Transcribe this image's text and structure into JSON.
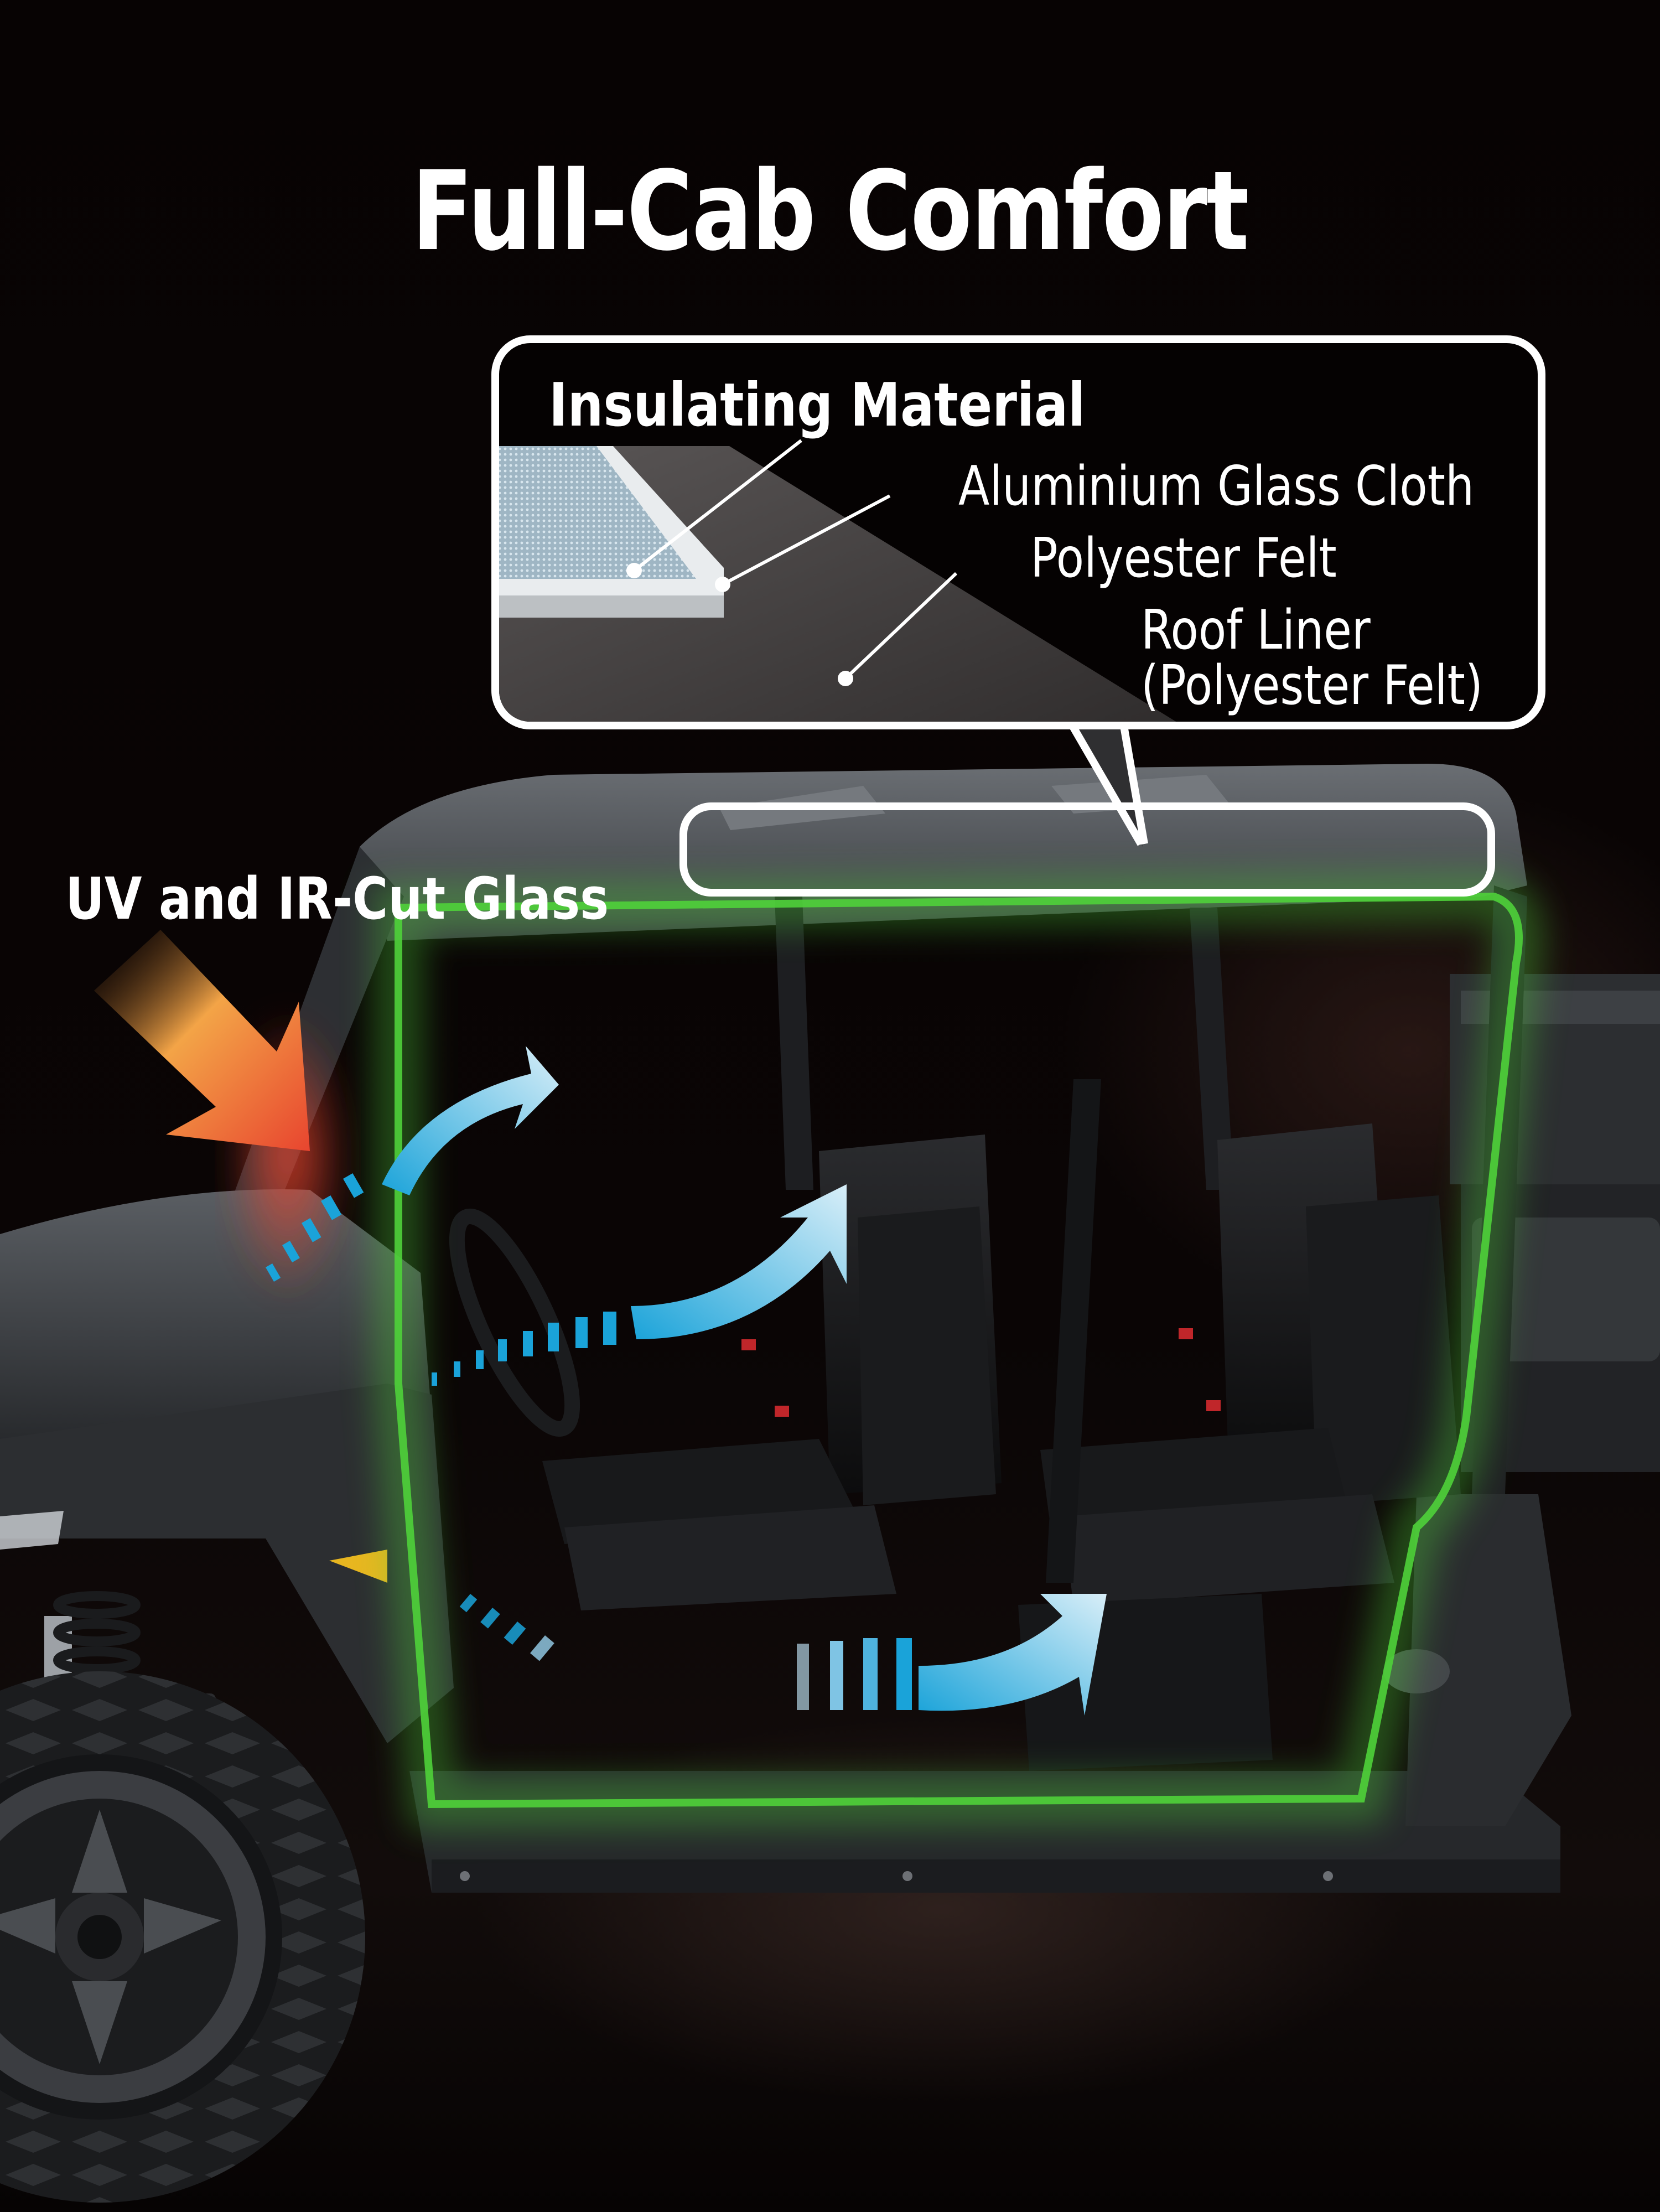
{
  "page": {
    "title": "Full-Cab Comfort"
  },
  "callout": {
    "title": "Insulating Material",
    "layers": [
      {
        "label": "Aluminium Glass Cloth"
      },
      {
        "label": "Polyester Felt"
      },
      {
        "label": "Roof Liner"
      },
      {
        "label": "(Polyester Felt)"
      }
    ]
  },
  "annotations": {
    "glass_label": "UV and IR-Cut Glass"
  },
  "colors": {
    "background": "#050202",
    "cab_glow": "#4fd13a",
    "airflow_blue": "#1aa3d9",
    "airflow_light": "#cde9f7",
    "heat_orange": "#f3a447",
    "heat_red": "#e8452f",
    "reflector_yellow": "#e8b620",
    "body_gray": "#3c3f43"
  }
}
